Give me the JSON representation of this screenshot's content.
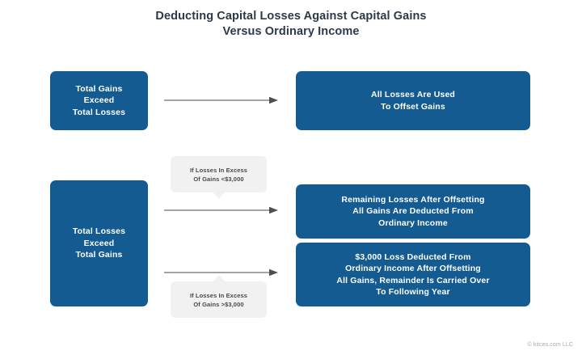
{
  "title": {
    "line1": "Deducting Capital Losses Against Capital Gains",
    "line2": "Versus Ordinary Income"
  },
  "colors": {
    "node_blue": "#135b91",
    "node_text": "#ffffff",
    "callout_bg": "#f1f1f1",
    "callout_text": "#4a4a4a",
    "arrow": "#6e6e6e",
    "title_text": "#2c3a49",
    "footer_text": "#a9a9a9",
    "background": "#ffffff"
  },
  "nodes": {
    "gains_exceed_losses": {
      "line1": "Total Gains",
      "line2": "Exceed",
      "line3": "Total Losses"
    },
    "all_losses_offset": {
      "line1": "All Losses Are Used",
      "line2": "To Offset Gains"
    },
    "losses_exceed_gains": {
      "line1": "Total Losses",
      "line2": "Exceed",
      "line3": "Total Gains"
    },
    "remaining_losses": {
      "line1": "Remaining Losses After Offsetting",
      "line2": "All Gains Are Deducted From",
      "line3": "Ordinary Income"
    },
    "three_thousand_loss": {
      "line1": "$3,000 Loss Deducted From",
      "line2": "Ordinary Income After Offsetting",
      "line3": "All Gains, Remainder Is Carried Over",
      "line4": "To Following Year"
    }
  },
  "callouts": {
    "under_three_thousand": {
      "line1": "If Losses In Excess",
      "line2": "Of Gains <$3,000"
    },
    "over_three_thousand": {
      "line1": "If Losses In Excess",
      "line2": "Of Gains >$3,000"
    }
  },
  "footer": {
    "attribution": "© kitces.com LLC"
  }
}
